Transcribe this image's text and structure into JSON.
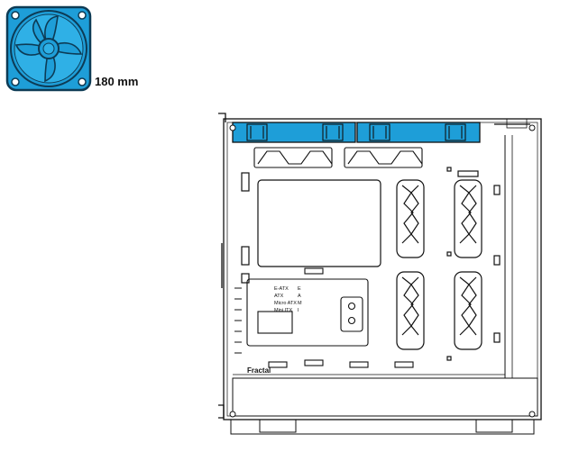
{
  "fan": {
    "size_label": "180 mm",
    "icon": "fan-icon"
  },
  "case": {
    "logo_text": "Fractal",
    "motherboard_markings": [
      {
        "name": "E-ATX",
        "code": "E"
      },
      {
        "name": "ATX",
        "code": "A"
      },
      {
        "name": "Micro ATX",
        "code": "M"
      },
      {
        "name": "Mini ITX",
        "code": "I"
      }
    ],
    "highlight_color": "#1e9ed8",
    "outline_color": "#111111"
  }
}
